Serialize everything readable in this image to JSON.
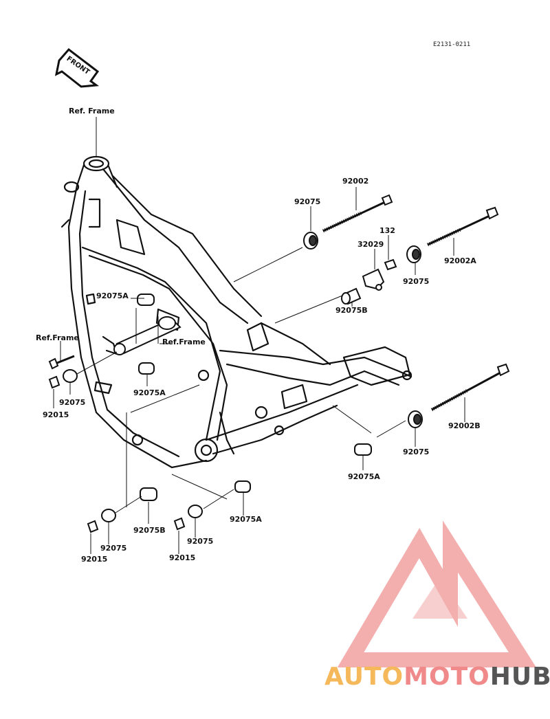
{
  "diagram_code": "E2131-0211",
  "front_label": "FRONT",
  "ref_frame_top": "Ref. Frame",
  "ref_frame_mid": "Ref.Frame",
  "ref_frame_left": "Ref.Frame",
  "parts": {
    "p92002": "92002",
    "p92075_top": "92075",
    "p132": "132",
    "p32029": "32029",
    "p92002A": "92002A",
    "p92075_right": "92075",
    "p92075B_top": "92075B",
    "p92075A_upper": "92075A",
    "p92075A_left": "92075A",
    "p92075_left": "92075",
    "p92015_left": "92015",
    "p92002B": "92002B",
    "p92075_lowright": "92075",
    "p92075A_lowright": "92075A",
    "p92075B_bottom": "92075B",
    "p92075_bottom1": "92075",
    "p92015_bottom1": "92015",
    "p92075A_bottom": "92075A",
    "p92075_bottom2": "92075",
    "p92015_bottom2": "92015"
  },
  "watermark": {
    "part1": "AUTO",
    "part2": "MOTO",
    "part3": "HUB",
    "color1": "#f5b85a",
    "color2": "#f08a8a",
    "color3": "#555555",
    "logo_color": "#f2a0a0"
  }
}
